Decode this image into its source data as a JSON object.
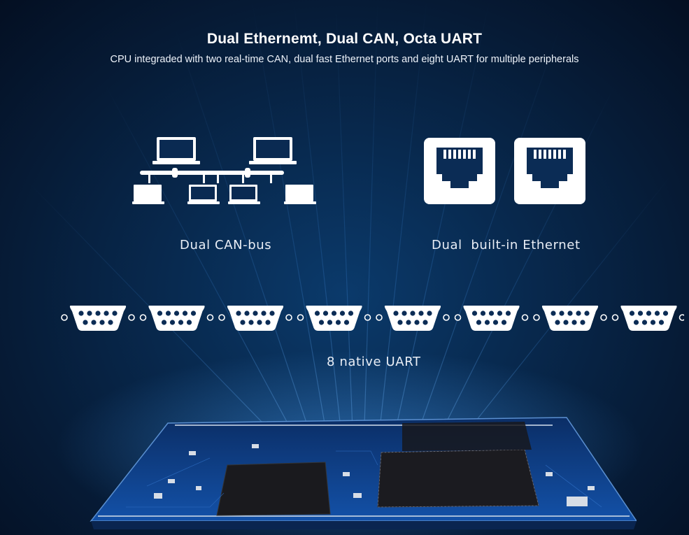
{
  "header": {
    "title": "Dual Ethernemt, Dual CAN, Octa UART",
    "subtitle": "CPU integraded with two real-time CAN, dual fast Ethernet ports and eight UART for multiple peripherals"
  },
  "features": {
    "can_label": "Dual CAN-bus",
    "ethernet_label": "Dual  built-in Ethernet",
    "uart_label": "8 native UART"
  },
  "uart": {
    "count": 8
  },
  "icons": {
    "can": "network-bus-icon",
    "ethernet": "rj45-port-icon",
    "uart": "db9-connector-icon"
  },
  "colors": {
    "background": "#061b36",
    "icon": "#ffffff",
    "board": "#0d3f8a"
  }
}
